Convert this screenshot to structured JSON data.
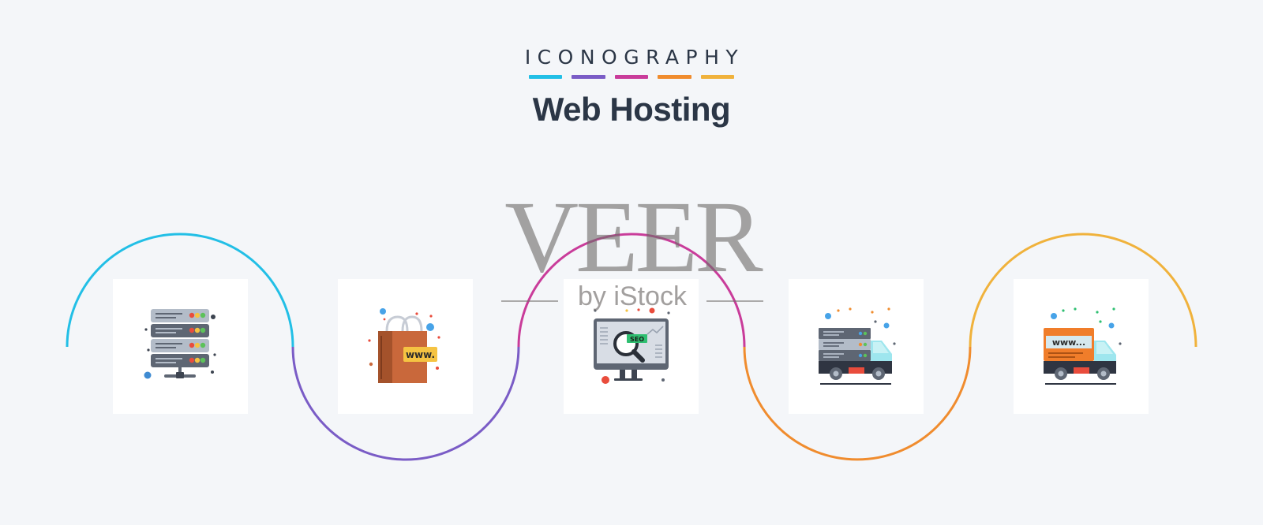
{
  "header": {
    "kicker": "ICONOGRAPHY",
    "title": "Web Hosting",
    "bar_colors": [
      "#22bfe6",
      "#7a5cc6",
      "#c93c9a",
      "#f08c2e",
      "#f0b23c"
    ]
  },
  "icons": [
    {
      "name": "server-network-icon",
      "curve_color": "#22bfe6"
    },
    {
      "name": "shopping-bag-www-icon",
      "label": "www.",
      "curve_color": "#7a5cc6"
    },
    {
      "name": "seo-monitor-icon",
      "label": "SEO",
      "curve_color": "#c93c9a"
    },
    {
      "name": "server-delivery-truck-icon",
      "curve_color": "#f08c2e"
    },
    {
      "name": "www-delivery-truck-icon",
      "label": "www...",
      "curve_color": "#f0b23c"
    }
  ],
  "watermark": {
    "brand": "VEER",
    "sub": "by iStock"
  }
}
